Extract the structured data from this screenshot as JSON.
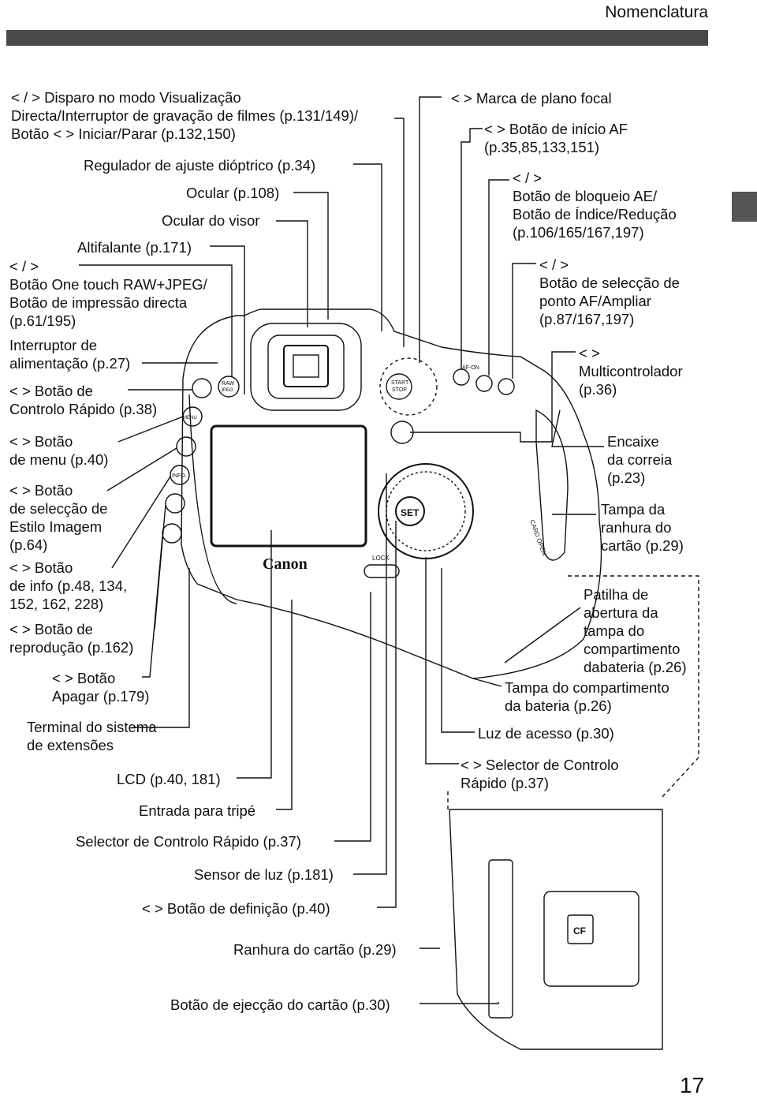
{
  "header": {
    "section": "Nomenclatura",
    "page_number": "17"
  },
  "labels": {
    "l01a": "< / > Disparo no modo Visualização",
    "l01b": "Directa/Interruptor de gravação de filmes (p.131/149)/",
    "l01c": "Botão < > Iniciar/Parar (p.132,150)",
    "l02": "Regulador de ajuste dióptrico (p.34)",
    "l03": "Ocular (p.108)",
    "l04": "Ocular do visor",
    "l05": "Altifalante (p.171)",
    "l06a": "< / >",
    "l06b": "Botão One touch RAW+JPEG/",
    "l06c": "Botão de impressão directa",
    "l06d": "(p.61/195)",
    "l07a": "Interruptor de",
    "l07b": "alimentação (p.27)",
    "l08a": "< > Botão de",
    "l08b": "Controlo Rápido (p.38)",
    "l09a": "< > Botão",
    "l09b": "de menu (p.40)",
    "l10a": "< > Botão",
    "l10b": "de selecção de",
    "l10c": "Estilo Imagem",
    "l10d": "(p.64)",
    "l11a": "< > Botão",
    "l11b": "de info (p.48, 134,",
    "l11c": "152, 162, 228)",
    "l12a": "< > Botão de",
    "l12b": "reprodução (p.162)",
    "l13a": "< > Botão",
    "l13b": "Apagar (p.179)",
    "l14a": "Terminal do sistema",
    "l14b": "de extensões",
    "l15": "LCD (p.40, 181)",
    "l16": "Entrada para tripé",
    "l17": "Selector de Controlo Rápido (p.37)",
    "l18": "Sensor de luz (p.181)",
    "l19": "< > Botão de definição (p.40)",
    "l20": "Ranhura do cartão (p.29)",
    "l21": "Botão de ejecção do cartão (p.30)",
    "r01": "< > Marca de plano focal",
    "r02a": "< > Botão de início AF",
    "r02b": "(p.35,85,133,151)",
    "r03a": "< / >",
    "r03b": "Botão de bloqueio AE/",
    "r03c": "Botão de Índice/Redução",
    "r03d": "(p.106/165/167,197)",
    "r04a": "< / >",
    "r04b": "Botão de selecção de",
    "r04c": "ponto AF/Ampliar",
    "r04d": "(p.87/167,197)",
    "r05a": "< >",
    "r05b": "Multicontrolador",
    "r05c": "(p.36)",
    "r06a": "Encaixe",
    "r06b": "da correia",
    "r06c": "(p.23)",
    "r07a": "Tampa da",
    "r07b": "ranhura do",
    "r07c": "cartão (p.29)",
    "r08a": "Patilha de",
    "r08b": "abertura da",
    "r08c": "tampa do",
    "r08d": "compartimento",
    "r08e": "dabateria (p.26)",
    "r09a": "Tampa do compartimento",
    "r09b": "da bateria (p.26)",
    "r10": "Luz de acesso (p.30)",
    "r11a": "< > Selector de Controlo",
    "r11b": "Rápido (p.37)"
  },
  "camera_marks": {
    "brand": "Canon",
    "set": "SET",
    "start": "START",
    "stop": "STOP",
    "menu": "MENU",
    "info": "INFO.",
    "raw": "RAW",
    "jpeg": "JPEG",
    "lock": "LOCK",
    "card_open": "CARD OPEN",
    "af_on": "AF-ON",
    "cf": "CF"
  },
  "icons": [
    "live-view-icon",
    "print-icon",
    "start-stop-icon",
    "raw-jpeg-icon",
    "q-icon",
    "menu-icon",
    "picture-style-icon",
    "info-icon",
    "play-icon",
    "trash-icon",
    "set-icon",
    "focal-plane-icon",
    "af-on-icon",
    "ae-lock-icon",
    "index-icon",
    "af-point-icon",
    "magnify-icon",
    "multi-controller-icon",
    "quick-dial-icon"
  ],
  "colors": {
    "ink": "#111111",
    "header_bar": "#4a4a4a",
    "tab": "#555555"
  }
}
